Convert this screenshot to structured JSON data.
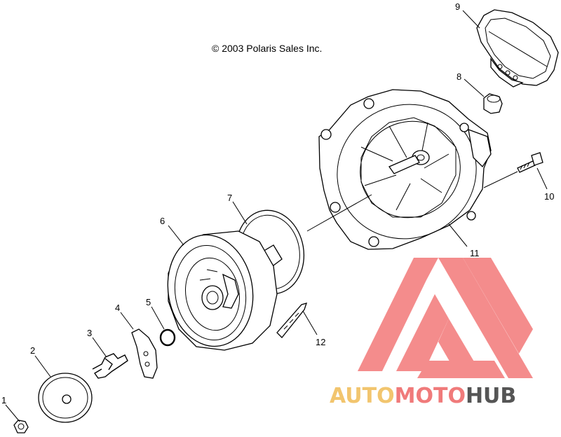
{
  "copyright": "© 2003 Polaris Sales Inc.",
  "callouts": [
    "1",
    "2",
    "3",
    "4",
    "5",
    "6",
    "7",
    "8",
    "9",
    "10",
    "11",
    "12"
  ],
  "watermark": {
    "part1": "AUTO",
    "part2": "MOTO",
    "part3": "HUB",
    "color_auto": "#f2c56e",
    "color_moto": "#f07a7a",
    "color_hub": "#555555",
    "color_logo": "#f06060"
  }
}
